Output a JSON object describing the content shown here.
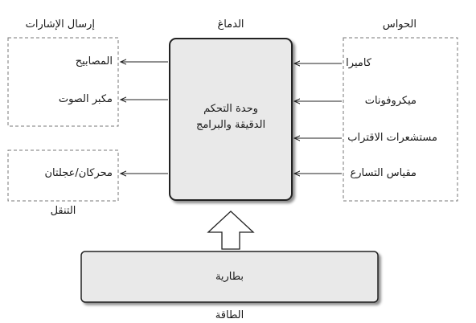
{
  "groups": {
    "signals": "إرسال الإشارات",
    "brain": "الدماغ",
    "senses": "الحواس",
    "locomotion": "التنقل",
    "power": "الطاقة"
  },
  "outputs": {
    "lamps": "المصابيح",
    "speaker": "مكبر الصوت",
    "motors": "محركان/عجلتان"
  },
  "inputs": {
    "camera": "كاميرا",
    "microphones": "ميكروفونات",
    "proximity": "مستشعرات الاقتراب",
    "accelerometer": "مقياس التسارع"
  },
  "cpu": {
    "line1": "وحدة التحكم",
    "line2": "الدقيقة والبرامج"
  },
  "battery": "بطارية",
  "colors": {
    "box_fill": "#e9e9e9",
    "stroke": "#222222",
    "dashed": "#777777"
  }
}
